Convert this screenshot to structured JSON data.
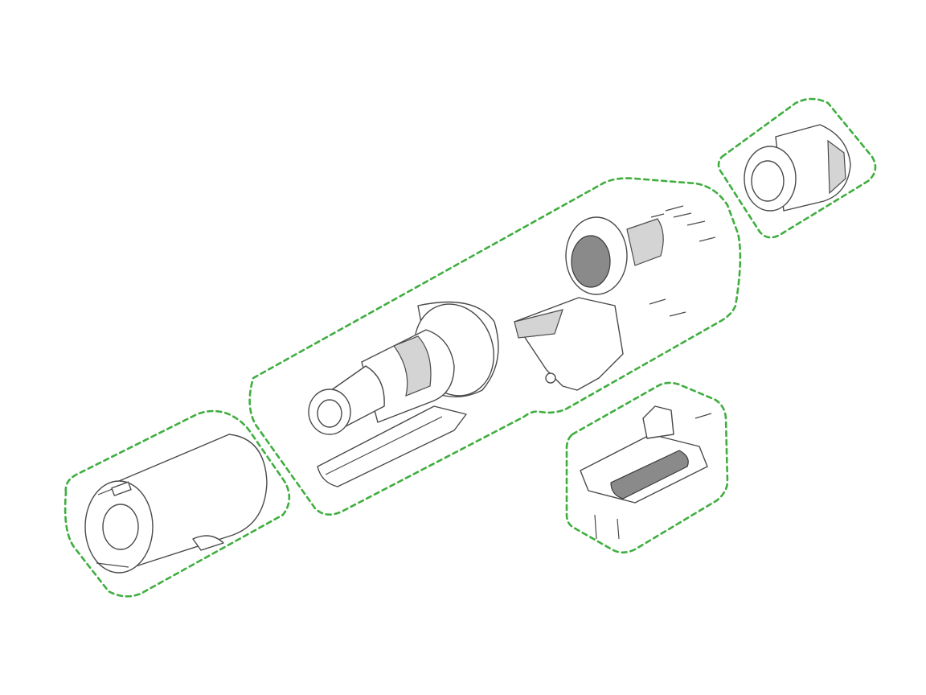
{
  "colors": {
    "group_outline": "#3fae3f",
    "part_stroke": "#4a4a4a",
    "part_shade": "#d4d4d4",
    "background": "#ffffff"
  },
  "groups": [
    {
      "id": "bin-assembly",
      "icon": "filter-cylinder-icon"
    },
    {
      "id": "cyclone-main-body",
      "icon": "cyclone-motor-icon"
    },
    {
      "id": "post-motor-filter",
      "icon": "filter-cap-icon"
    },
    {
      "id": "battery-pack",
      "icon": "battery-icon"
    }
  ]
}
